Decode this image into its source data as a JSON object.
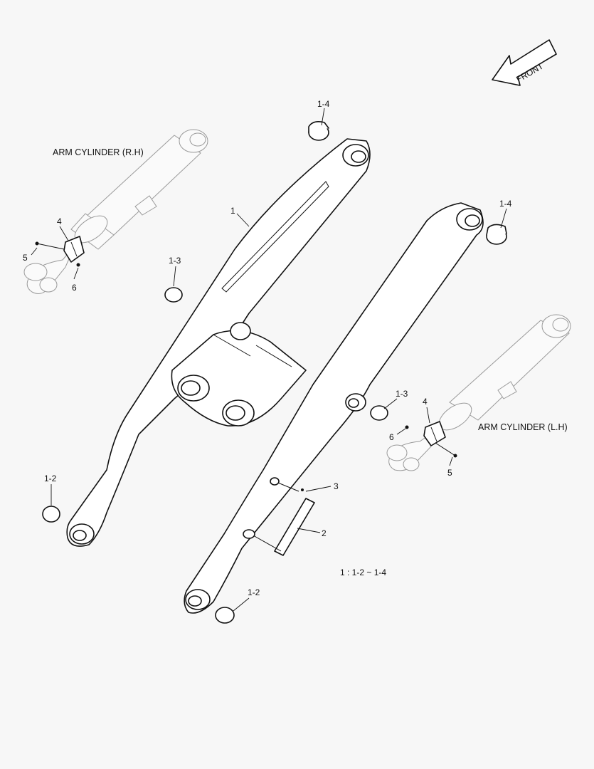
{
  "front_arrow": {
    "label": "FRONT"
  },
  "cylinders": {
    "right": {
      "title": "ARM CYLINDER (R.H)"
    },
    "left": {
      "title": "ARM CYLINDER (L.H)"
    }
  },
  "callouts": {
    "arm": "1",
    "bush_top_left": "1-4",
    "bush_top_right": "1-4",
    "bush_mid_left": "1-3",
    "bush_mid_right": "1-3",
    "bush_low_left": "1-2",
    "bush_low_right": "1-2",
    "pin_plate": "3",
    "link_plate": "2",
    "rh_clamp": "4",
    "rh_bolt": "5",
    "rh_nut": "6",
    "lh_clamp": "4",
    "lh_bolt": "5",
    "lh_nut": "6"
  },
  "note": "1 : 1-2 ~ 1-4"
}
